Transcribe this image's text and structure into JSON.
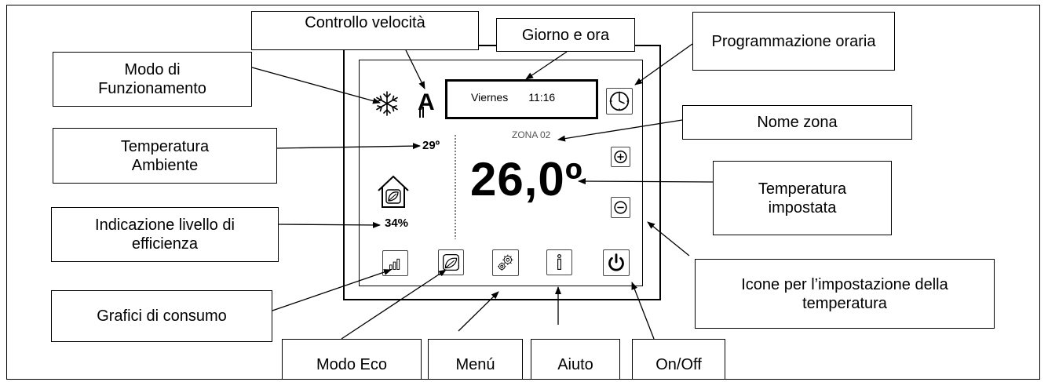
{
  "labels": {
    "controllo_velocita": "Controllo velocità",
    "giorno_e_ora": "Giorno e ora",
    "programmazione_oraria": "Programmazione oraria",
    "modo_funzionamento": "Modo di Funzionamento",
    "nome_zona": "Nome zona",
    "temperatura_ambiente": "Temperatura Ambiente",
    "temperatura_impostata": "Temperatura impostata",
    "indicazione_efficienza": "Indicazione livello di efficienza",
    "icone_impostazione": "Icone per l’impostazione della temperatura",
    "grafici_consumo": "Grafici di consumo",
    "modo_eco": "Modo Eco",
    "menu": "Menú",
    "aiuto": "Aiuto",
    "on_off": "On/Off"
  },
  "screen": {
    "day": "Viernes",
    "time": "11:16",
    "zone_name": "ZONA 02",
    "ambient_temp": "29º",
    "set_temp": "26,0º",
    "efficiency": "34%",
    "speed_mode": "A"
  },
  "icons": {
    "mode": "snowflake-icon",
    "schedule": "clock-icon",
    "increase": "plus-icon",
    "decrease": "minus-icon",
    "efficiency": "house-leaf-icon",
    "charts": "bar-chart-icon",
    "eco": "leaf-icon",
    "menu": "gear-icon",
    "help": "info-icon",
    "power": "power-icon"
  }
}
